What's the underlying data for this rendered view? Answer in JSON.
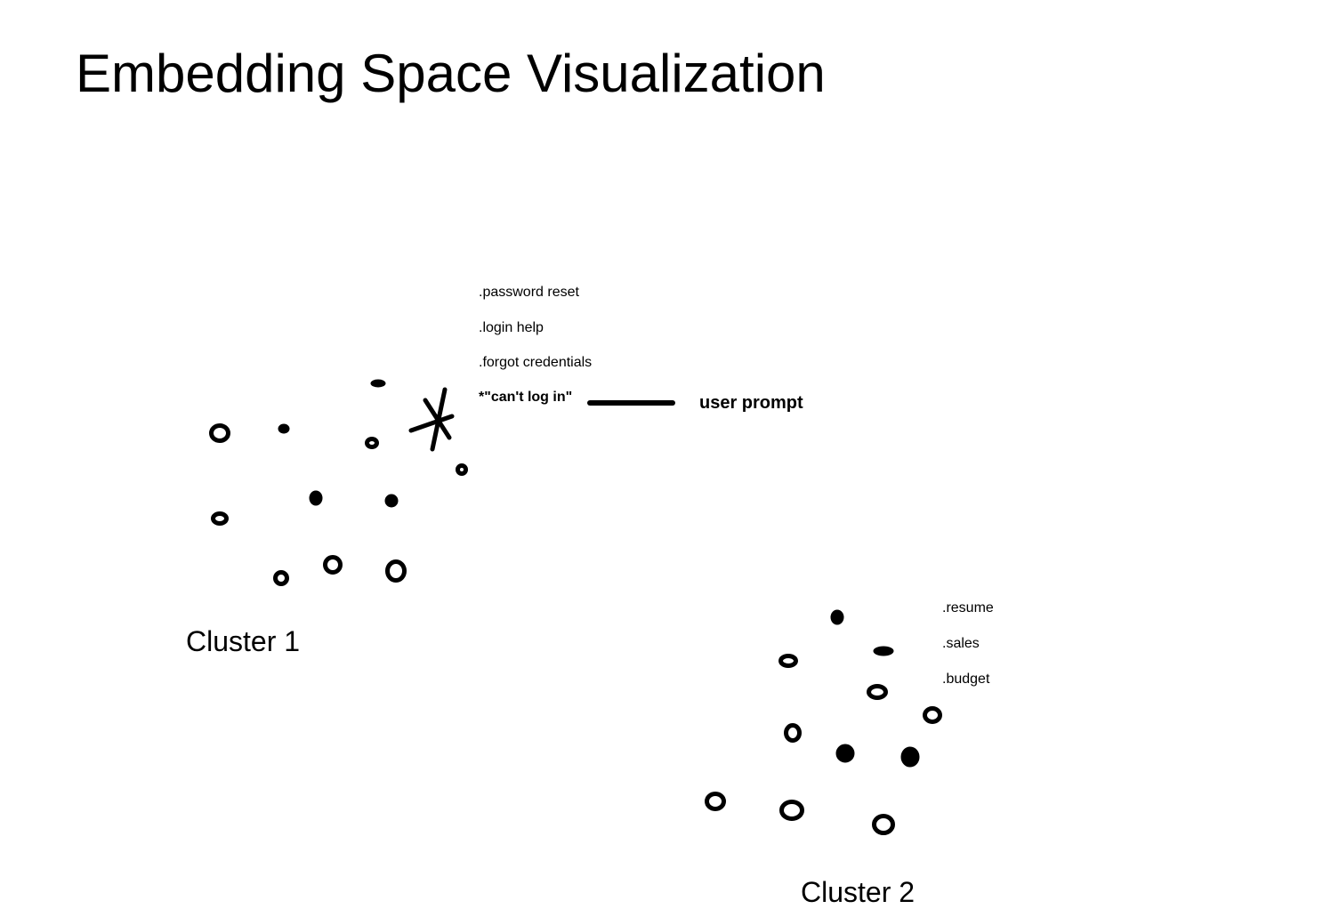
{
  "title": "Embedding Space Visualization",
  "cluster1": {
    "label": "Cluster 1",
    "items": [
      ".password reset",
      ".login help",
      ".forgot credentials"
    ],
    "prompt_text": "*\"can't log in\"",
    "prompt_label": "user prompt"
  },
  "cluster2": {
    "label": "Cluster 2",
    "items": [
      ".resume",
      ".sales",
      ".budget"
    ]
  }
}
